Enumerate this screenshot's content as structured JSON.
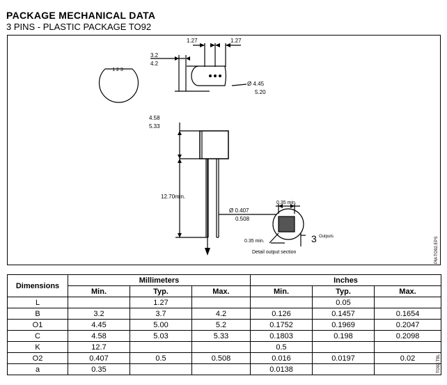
{
  "header": {
    "title": "PACKAGE MECHANICAL DATA",
    "subtitle": "3 PINS - PLASTIC PACKAGE TO92"
  },
  "drawing": {
    "pitch_left": "1.27",
    "pitch_right": "1.27",
    "pin_numbers": "1 2 3",
    "flat_dim_top": "3.2",
    "flat_dim_bottom": "4.2",
    "diameter_top": "Ø 4.45",
    "diameter_bottom": "5.20",
    "body_height_top": "4.58",
    "body_height_bottom": "5.33",
    "lead_length": "12.70min.",
    "lead_dia_top": "Ø 0.407",
    "lead_dia_bottom": "0.508",
    "section_dim_top": "0.35 min.",
    "section_dim_left": "0.35 min.",
    "outputs_count": "3",
    "outputs_label": "Outputs",
    "section_caption": "Detail output section",
    "drawing_code": "PM-TO92.EPS",
    "table_code": "TO92.TBL"
  },
  "table": {
    "dimensions_header": "Dimensions",
    "mm_header": "Millimeters",
    "in_header": "Inches",
    "sub_headers": [
      "Min.",
      "Typ.",
      "Max.",
      "Min.",
      "Typ.",
      "Max."
    ],
    "rows": [
      [
        "L",
        "",
        "1.27",
        "",
        "",
        "0.05",
        ""
      ],
      [
        "B",
        "3.2",
        "3.7",
        "4.2",
        "0.126",
        "0.1457",
        "0.1654"
      ],
      [
        "O1",
        "4.45",
        "5.00",
        "5.2",
        "0.1752",
        "0.1969",
        "0.2047"
      ],
      [
        "C",
        "4.58",
        "5.03",
        "5.33",
        "0.1803",
        "0.198",
        "0.2098"
      ],
      [
        "K",
        "12.7",
        "",
        "",
        "0.5",
        "",
        ""
      ],
      [
        "O2",
        "0.407",
        "0.5",
        "0.508",
        "0.016",
        "0.0197",
        "0.02"
      ],
      [
        "a",
        "0.35",
        "",
        "",
        "0.0138",
        "",
        ""
      ]
    ]
  }
}
